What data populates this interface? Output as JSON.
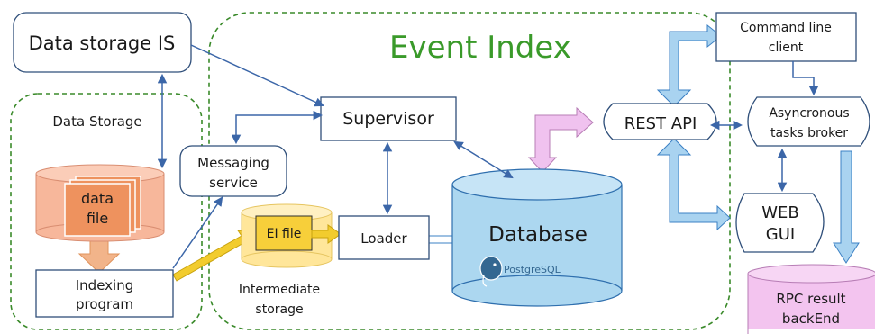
{
  "title": "Event Index",
  "nodes": {
    "data_storage_is": "Data storage IS",
    "data_storage": "Data Storage",
    "data_file": [
      "data",
      "file"
    ],
    "indexing_program": [
      "Indexing",
      "program"
    ],
    "messaging_service": [
      "Messaging",
      "service"
    ],
    "supervisor": "Supervisor",
    "ei_file": "EI file",
    "intermediate_storage": [
      "Intermediate",
      "storage"
    ],
    "loader": "Loader",
    "database": "Database",
    "postgresql_logo": "PostgreSQL",
    "rest_api": "REST API",
    "command_line_client": [
      "Command line",
      "client"
    ],
    "async_broker": [
      "Asyncronous",
      "tasks broker"
    ],
    "web_gui": [
      "WEB",
      "GUI"
    ],
    "rpc_result": [
      "RPC result",
      "backEnd"
    ]
  },
  "colors": {
    "title_green": "#3a9a2a",
    "box_border": "#2f4f7a",
    "dash_green": "#3a8a2a",
    "arrow_dark": "#3b66a8",
    "arrow_light": "#a9d3f0",
    "arrow_light_stroke": "#3b80c4",
    "arrow_orange": "#f2b48a",
    "arrow_yellow": "#f2cc2e",
    "arrow_pink": "#f0c2ef",
    "data_storage_cyl": "#f7b79b",
    "data_file_fill": "#ee925e",
    "ei_storage_cyl": "#ffe69a",
    "ei_file_fill": "#f7cf3a",
    "database_fill": "#acd7f0",
    "rpc_fill": "#f3c4ef"
  }
}
